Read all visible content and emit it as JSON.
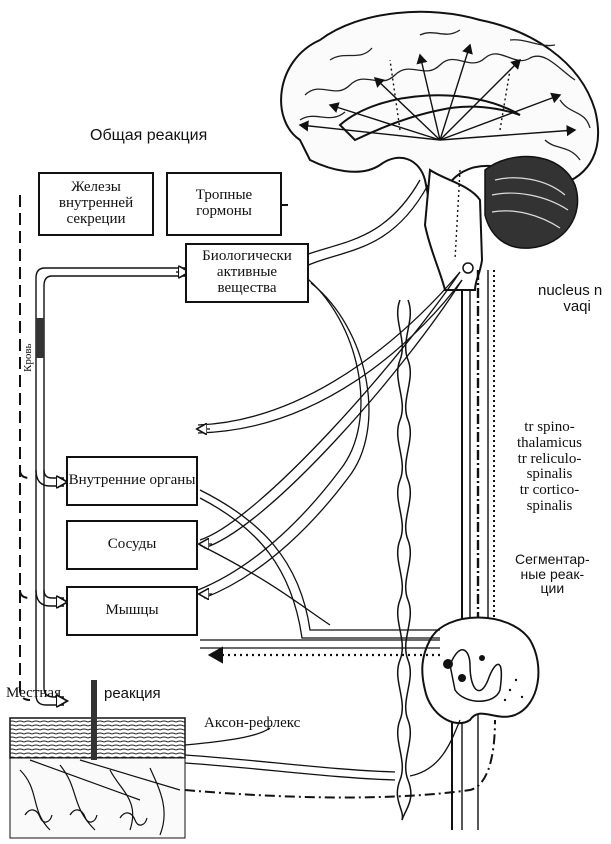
{
  "labels": {
    "general_reaction": "Общая реакция",
    "nucleus_line1": "nucleus n",
    "nucleus_line2": "vaqi",
    "blood": "Кровь",
    "tract1_line1": "tr spino-",
    "tract1_line2": "thalamicus",
    "tract2_line1": "tr reliculo-",
    "tract2_line2": "spinalis",
    "tract3_line1": "tr cortico-",
    "tract3_line2": "spinalis",
    "segmental_line1": "Сегментар-",
    "segmental_line2": "ные реак-",
    "segmental_line3": "ции",
    "local": "Местная",
    "reaction": "реакция",
    "axon_reflex": "Аксон-рефлекс"
  },
  "boxes": {
    "glands": "Железы внутренней секреции",
    "tropic": "Тропные гормоны",
    "bio": "Биологически активные вещества",
    "organs": "Внутренние органы",
    "vessels": "Сосуды",
    "muscles": "Мышцы"
  }
}
